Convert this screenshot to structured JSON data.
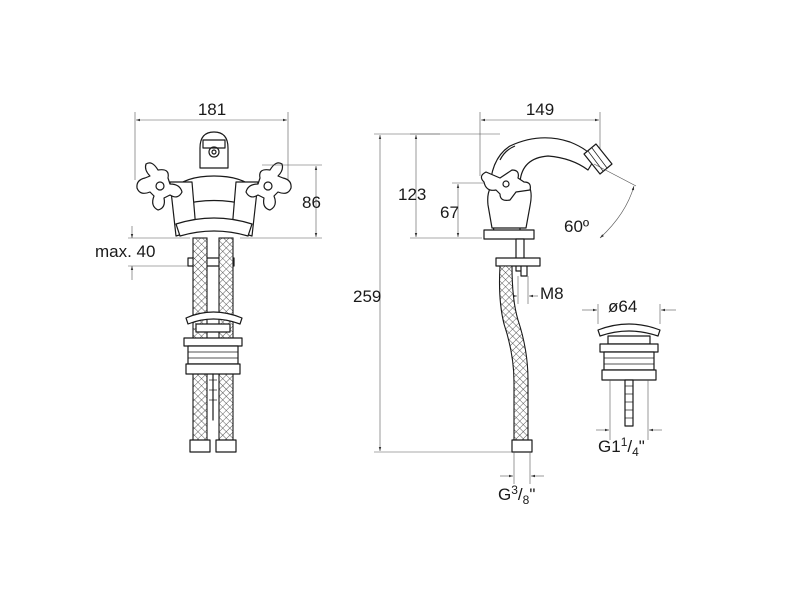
{
  "front_view": {
    "width_dim": "181",
    "handle_height_dim": "86",
    "max_thickness_dim": "max. 40"
  },
  "side_view": {
    "depth_dim": "149",
    "spout_height_dim": "123",
    "handle_height_dim": "67",
    "total_height_dim": "259",
    "spout_angle_dim": "60º",
    "rod_thread_dim": "M8",
    "inlet_thread": {
      "prefix": "G",
      "num": "3",
      "slash": "/",
      "den": "8",
      "suffix": "\""
    }
  },
  "waste_view": {
    "diameter_dim": "ø64",
    "thread": {
      "prefix": "G1",
      "num": "1",
      "slash": "/",
      "den": "4",
      "suffix": "\""
    }
  }
}
